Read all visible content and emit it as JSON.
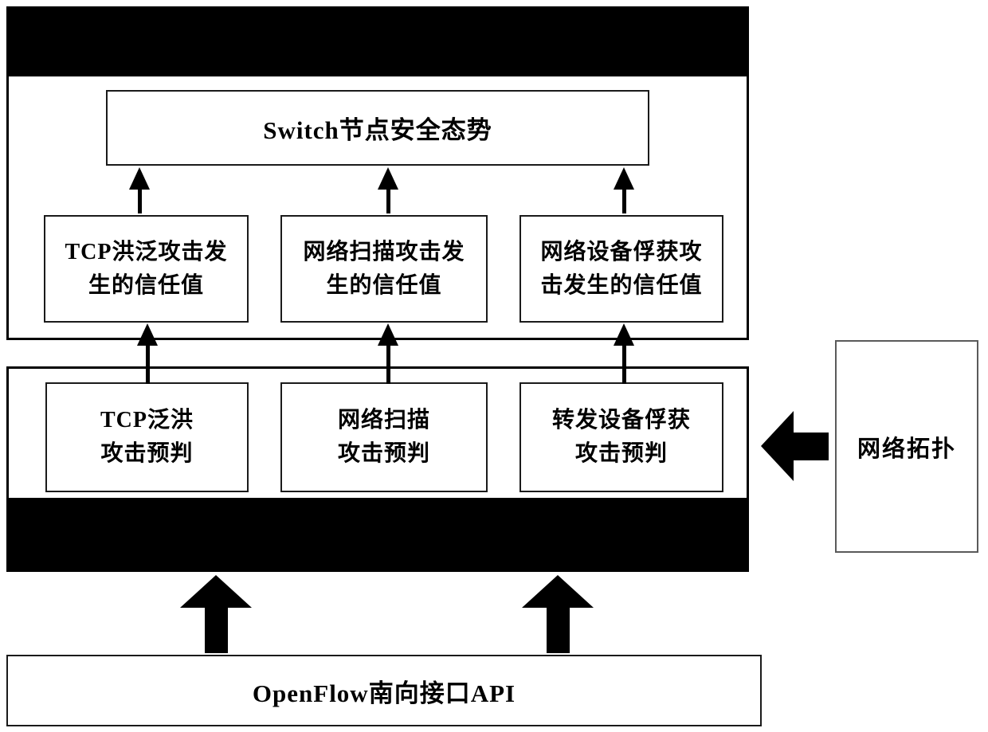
{
  "diagram": {
    "title_hint": "SDN security situation awareness architecture",
    "colors": {
      "ink": "#000000",
      "paper": "#ffffff",
      "bar_fill": "#000000",
      "topology_border": "#5a5a5a"
    },
    "icons": {
      "small_up_arrow": "solid black triangle-up with thin stem",
      "big_up_arrow": "solid black block arrow pointing up",
      "left_arrow": "solid black block arrow pointing left"
    },
    "situation_module": {
      "header_bar_label": "",
      "switch_box_label": "Switch节点安全态势",
      "trust_boxes": [
        {
          "line1": "TCP洪泛攻击发",
          "line2": "生的信任值"
        },
        {
          "line1": "网络扫描攻击发",
          "line2": "生的信任值"
        },
        {
          "line1": "网络设备俘获攻",
          "line2": "击发生的信任值"
        }
      ]
    },
    "prediction_module": {
      "footer_bar_label": "",
      "prediction_boxes": [
        {
          "line1": "TCP泛洪",
          "line2": "攻击预判"
        },
        {
          "line1": "网络扫描",
          "line2": "攻击预判"
        },
        {
          "line1": "转发设备俘获",
          "line2": "攻击预判"
        }
      ]
    },
    "topology_box_label": "网络拓扑",
    "api_box_label": "OpenFlow南向接口API"
  }
}
